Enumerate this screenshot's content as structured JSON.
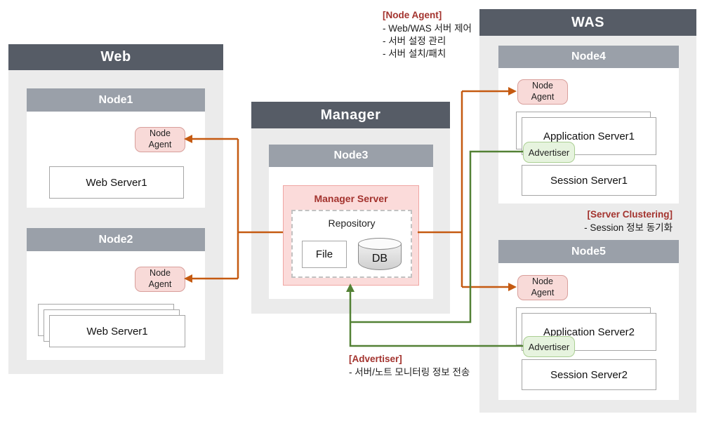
{
  "web": {
    "title": "Web",
    "node1": {
      "title": "Node1",
      "agent_label": "Node Agent",
      "server_label": "Web Server1"
    },
    "node2": {
      "title": "Node2",
      "agent_label": "Node Agent",
      "server_label": "Web Server1"
    }
  },
  "manager": {
    "title": "Manager",
    "node3": {
      "title": "Node3"
    },
    "server": {
      "title": "Manager Server",
      "repository_label": "Repository",
      "file_label": "File",
      "db_label": "DB"
    }
  },
  "was": {
    "title": "WAS",
    "node4": {
      "title": "Node4",
      "agent_label": "Node Agent",
      "app_server_label": "Application Server1",
      "advertiser_label": "Advertiser",
      "session_server_label": "Session Server1"
    },
    "node5": {
      "title": "Node5",
      "agent_label": "Node Agent",
      "app_server_label": "Application Server2",
      "advertiser_label": "Advertiser",
      "session_server_label": "Session Server2"
    }
  },
  "notes": {
    "node_agent": {
      "title": "[Node Agent]",
      "lines": [
        "- Web/WAS 서버 제어",
        "- 서버 설정 관리",
        "- 서버 설치/패치"
      ]
    },
    "server_clustering": {
      "title": "[Server Clustering]",
      "lines": [
        "- Session 정보 동기화"
      ]
    },
    "advertiser": {
      "title": "[Advertiser]",
      "lines": [
        "- 서버/노트 모니터링 정보 전송"
      ]
    }
  },
  "colors": {
    "container_header": "#565C66",
    "node_header": "#9AA0A9",
    "container_body": "#EBEBEB",
    "agent_badge_fill": "#F8DAD8",
    "agent_badge_border": "#D89F9B",
    "advertiser_fill": "#E6F3DE",
    "advertiser_border": "#ABCF93",
    "manager_server_fill": "#FBDBDA",
    "manager_server_border": "#EFA6A3",
    "arrow_orange": "#C55A11",
    "arrow_green": "#538135",
    "note_title_red": "#A3332E"
  }
}
